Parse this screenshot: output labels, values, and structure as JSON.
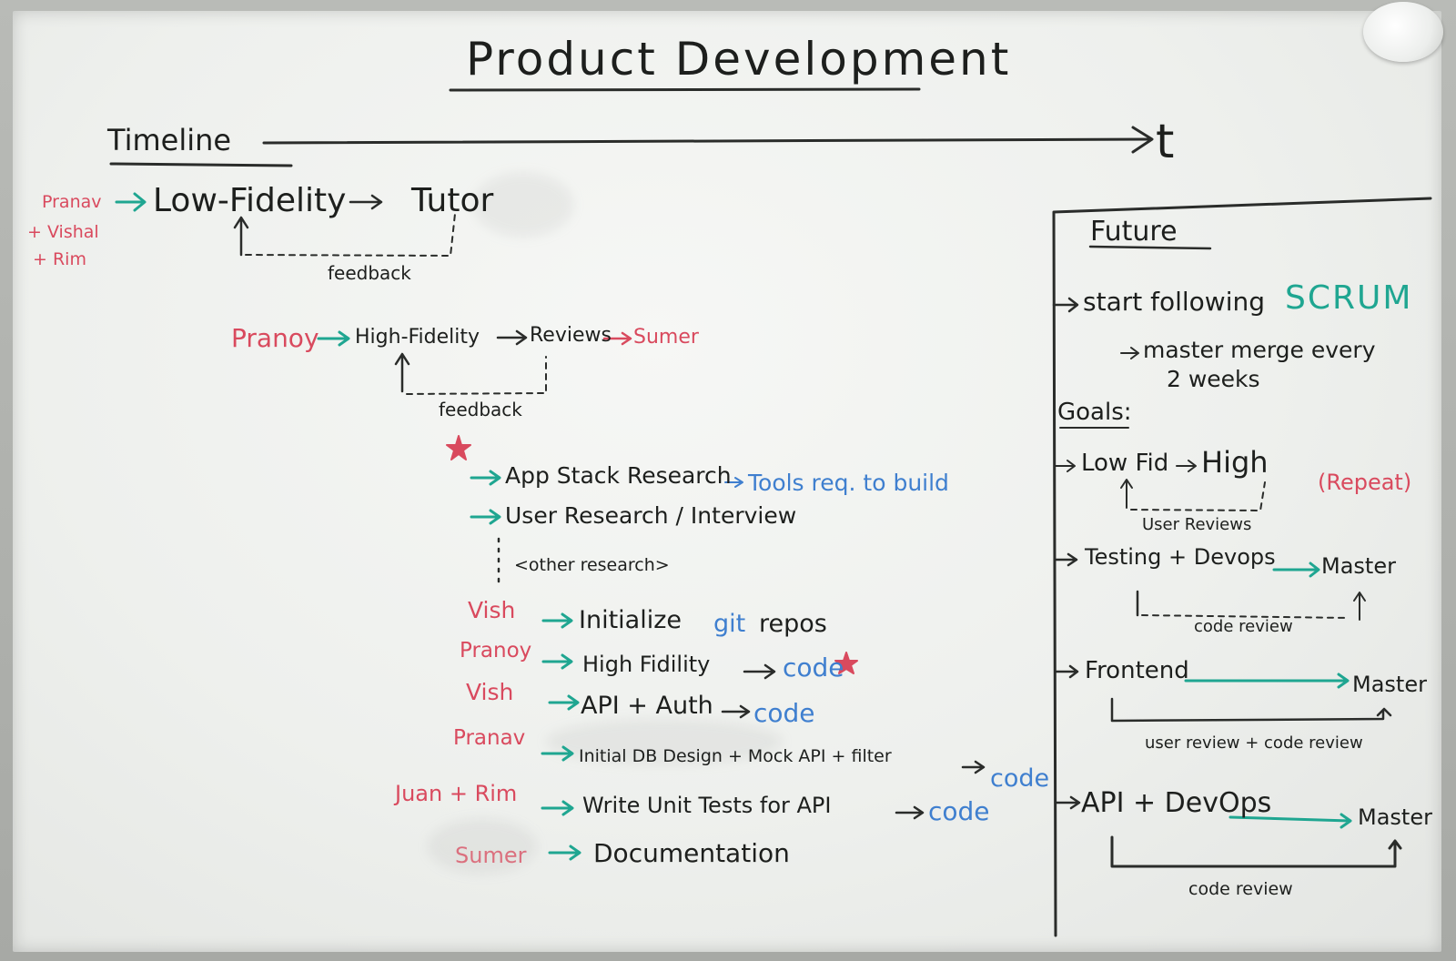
{
  "board": {
    "title": "Product Development",
    "timeline_label": "Timeline",
    "time_axis": "t",
    "phase1": {
      "people": [
        "Pranav",
        "+ Vishal",
        "+ Rim"
      ],
      "low_fidelity": "Low-Fidelity",
      "tutor": "Tutor",
      "feedback": "feedback"
    },
    "phase2": {
      "person": "Pranoy",
      "high_fidelity": "High-Fidelity",
      "reviews": "Reviews",
      "reviewer": "Sumer",
      "feedback": "feedback"
    },
    "research": {
      "app_stack": "App Stack Research",
      "tools": "Tools req. to build",
      "user_research": "User Research / Interview",
      "other": "<other research>"
    },
    "tasks": [
      {
        "person": "Vish",
        "task": "Initialize",
        "tech": "git",
        "rest": "repos",
        "code": ""
      },
      {
        "person": "Pranoy",
        "task": "High Fidility",
        "tech": "",
        "rest": "",
        "code": "code"
      },
      {
        "person": "Vish",
        "task": "API + Auth",
        "tech": "",
        "rest": "",
        "code": "code"
      },
      {
        "person": "Pranav",
        "task": "Initial DB Design + Mock API + filter",
        "tech": "",
        "rest": "",
        "code": "code"
      },
      {
        "person": "Juan + Rim",
        "task": "Write Unit Tests for API",
        "tech": "",
        "rest": "",
        "code": "code"
      },
      {
        "person": "Sumer",
        "task": "Documentation",
        "tech": "",
        "rest": "",
        "code": ""
      }
    ],
    "future": {
      "title": "Future",
      "start": "start following",
      "scrum": "SCRUM",
      "merge": "master merge every",
      "weeks": "2 weeks",
      "goals": "Goals:",
      "goal1_low": "Low Fid",
      "goal1_high": "High",
      "goal1_repeat": "(Repeat)",
      "goal1_sub": "User Reviews",
      "goal2_a": "Testing + Devops",
      "goal2_b": "Master",
      "goal2_sub": "code review",
      "goal3_a": "Frontend",
      "goal3_b": "Master",
      "goal3_sub": "user review + code review",
      "goal4_a": "API + DevOps",
      "goal4_b": "Master",
      "goal4_sub": "code review"
    },
    "colors": {
      "black_marker": "#1d1f1d",
      "red_marker": "#d94a5e",
      "green_marker": "#1fa691",
      "blue_marker": "#3f7fcf"
    }
  }
}
